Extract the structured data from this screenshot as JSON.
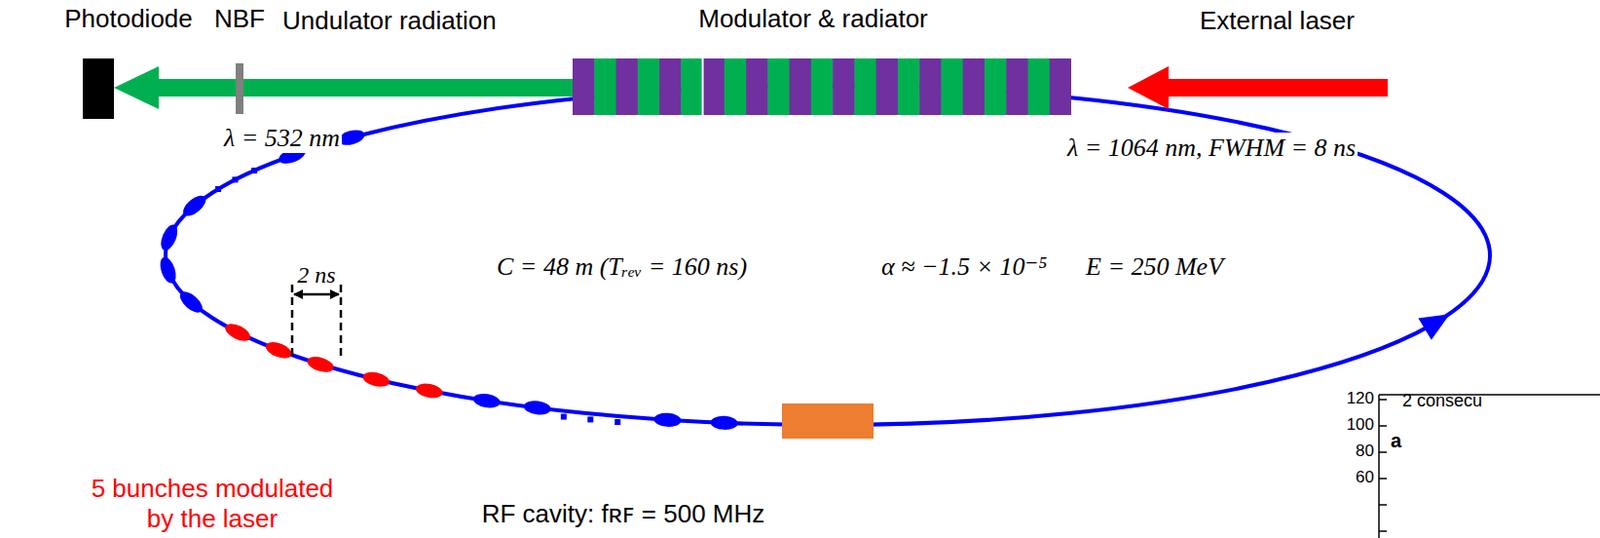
{
  "diagram": {
    "nodes": [
      {
        "text": [
          "Photodiode"
        ]
      },
      {
        "text": [
          "NBF"
        ]
      },
      {
        "text": [
          "Modulator & radiator"
        ]
      },
      {
        "text": [
          "RF cavity: fʀꜰ = 500 MHz"
        ]
      }
    ],
    "edges": [
      {
        "from": 2,
        "to": 0,
        "arrow": "to",
        "label": "Undulator radiation"
      }
    ],
    "labels": [
      "λ = 532 nm",
      "λ = 1064 nm, FWHM = 8 ns",
      "C = 48 m (Tᵣₑᵥ = 160 ns)",
      "α ≈ −1.5 × 10⁻⁵",
      "E = 250 MeV",
      "2 ns",
      "5 bunches modulated by the laser",
      "External laser",
      "2 consecu",
      "120",
      "100",
      "80",
      "60",
      "a"
    ]
  }
}
